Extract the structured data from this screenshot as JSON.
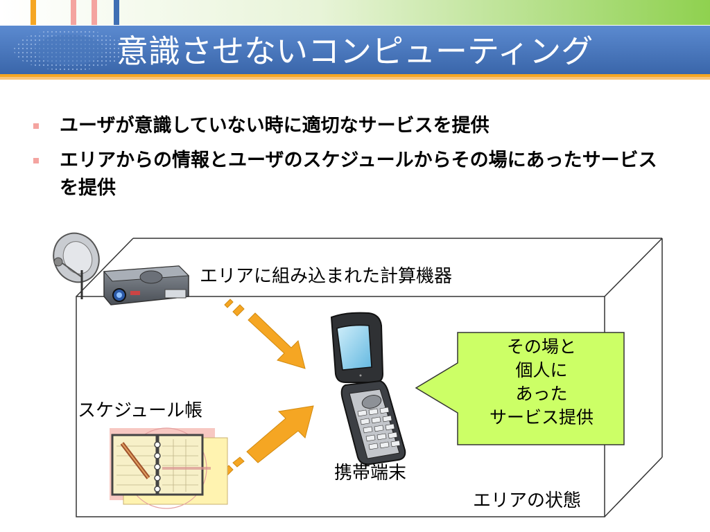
{
  "slide": {
    "title": "意識させないコンピューティング",
    "bullets": [
      {
        "text": "ユーザが意識していない時に適切なサービスを提供"
      },
      {
        "text": "エリアからの情報とユーザのスケジュールからその場にあったサービスを提供"
      }
    ]
  },
  "diagram": {
    "embedded_device_label": "エリアに組み込まれた計算機器",
    "schedule_label": "スケジュール帳",
    "phone_label": "携帯端末",
    "area_label": "エリアの状態",
    "callout_lines": [
      "その場と",
      "個人に",
      "あった",
      "サービス提供"
    ]
  },
  "colors": {
    "title_bar": "#3f6fb4",
    "accent_orange": "#f5a623",
    "callout_fill": "#ccff66",
    "top_green": "#8fd14f"
  }
}
